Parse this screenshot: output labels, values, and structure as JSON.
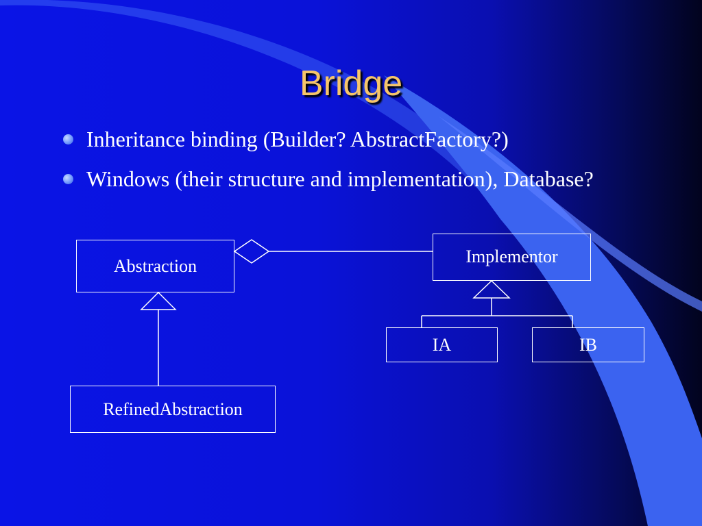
{
  "slide": {
    "title": "Bridge",
    "bullets": [
      "Inheritance binding (Builder? AbstractFactory?)",
      "Windows (their structure and implementation), Database?"
    ]
  },
  "diagram": {
    "abstraction": "Abstraction",
    "refined_abstraction": "RefinedAbstraction",
    "implementor": "Implementor",
    "impl_a": "IA",
    "impl_b": "IB"
  },
  "colors": {
    "title": "#f6c56a",
    "text": "#ffffff",
    "accent_blue": "#3b63f0"
  }
}
